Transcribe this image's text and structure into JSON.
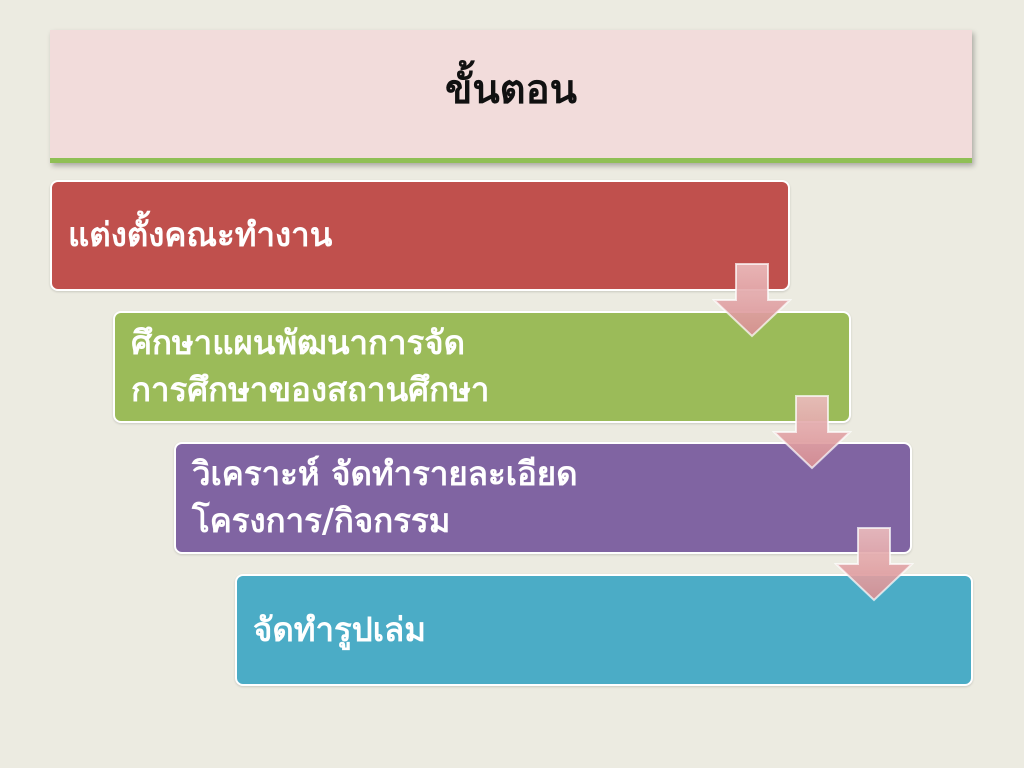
{
  "title": "ขั้นตอน",
  "steps": [
    {
      "line1": "แต่งตั้งคณะทำงาน",
      "line2": ""
    },
    {
      "line1": "ศึกษาแผนพัฒนาการจัด",
      "line2": "การศึกษาของสถานศึกษา"
    },
    {
      "line1": "วิเคราะห์ จัดทำรายละเอียด",
      "line2": "โครงการ/กิจกรรม"
    },
    {
      "line1": "จัดทำรูปเล่ม",
      "line2": ""
    }
  ],
  "colors": {
    "background": "#ecebe1",
    "title_fill": "#f2dcdb",
    "title_underline": "#8fbf55",
    "step1": "#c0504d",
    "step2": "#9bbb59",
    "step3": "#8064a2",
    "step4": "#4bacc6",
    "arrow": "#e0a3a6"
  },
  "icons": [
    "arrow-down-icon",
    "arrow-down-icon",
    "arrow-down-icon"
  ]
}
